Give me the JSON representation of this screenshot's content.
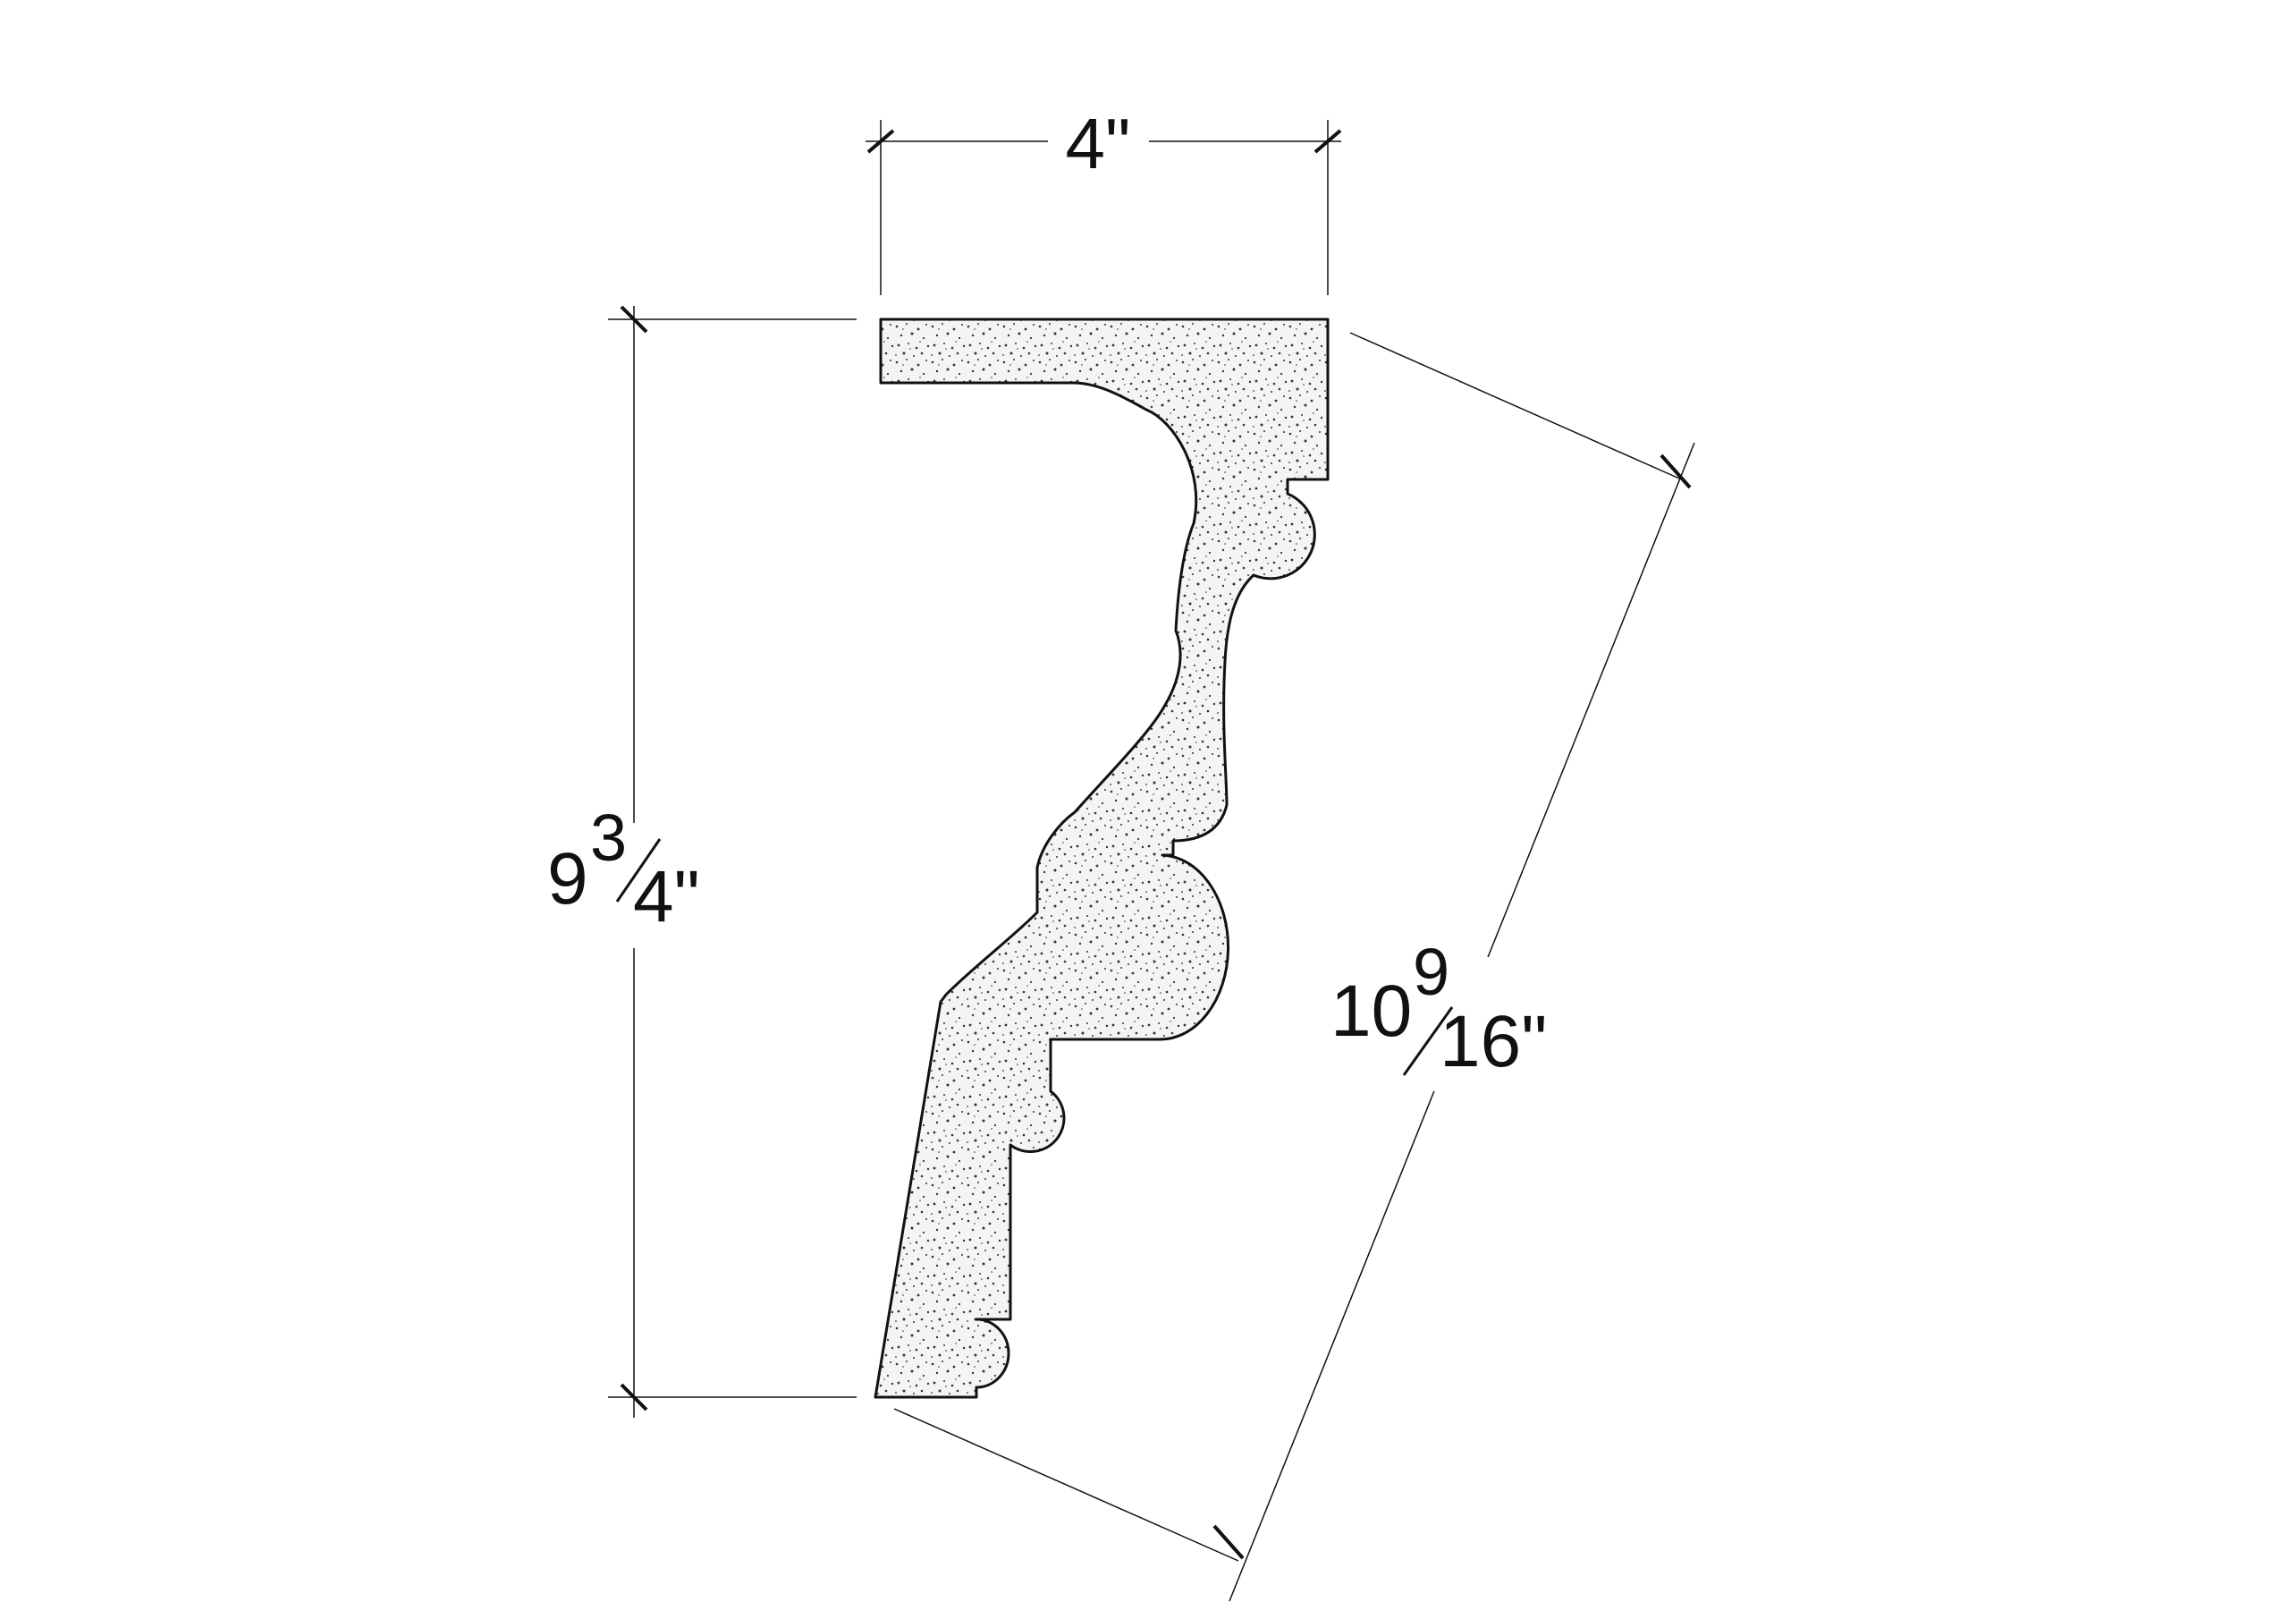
{
  "drawing": {
    "stroke_color": "#111111",
    "fill_color": "#f4f4f4",
    "speckle_color": "#333333",
    "dimensions": {
      "width": {
        "value": "4\""
      },
      "height": {
        "whole": "9",
        "numerator": "3",
        "denominator": "4\""
      },
      "diagonal": {
        "whole": "10",
        "numerator": "9",
        "denominator": "16\""
      }
    }
  }
}
